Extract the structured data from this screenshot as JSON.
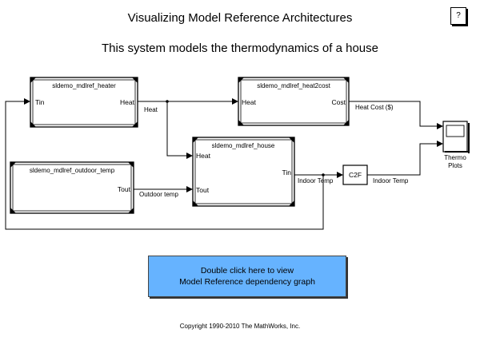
{
  "header": {
    "title": "Visualizing Model Reference Architectures",
    "subtitle": "This system models the thermodynamics of a house",
    "help_label": "?"
  },
  "blocks": {
    "heater": {
      "name": "sldemo_mdlref_heater",
      "in_port": "Tin",
      "out_port": "Heat"
    },
    "heat2cost": {
      "name": "sldemo_mdlref_heat2cost",
      "in_port": "Heat",
      "out_port": "Cost"
    },
    "house": {
      "name": "sldemo_mdlref_house",
      "in_heat": "Heat",
      "in_tout": "Tout",
      "out_port": "Tin"
    },
    "outdoor": {
      "name": "sldemo_mdlref_outdoor_temp",
      "out_port": "Tout"
    },
    "c2f": {
      "label": "C2F"
    },
    "scope": {
      "label_line1": "Thermo",
      "label_line2": "Plots"
    }
  },
  "signals": {
    "heat": "Heat",
    "heat_cost": "Heat Cost ($)",
    "outdoor_temp": "Outdoor temp",
    "indoor_temp": "Indoor Temp",
    "indoor_temp_f": "Indoor Temp"
  },
  "dependency_button": {
    "line1": "Double click here to view",
    "line2": "Model Reference dependency graph"
  },
  "footer": {
    "copyright": "Copyright 1990-2010 The MathWorks, Inc."
  }
}
